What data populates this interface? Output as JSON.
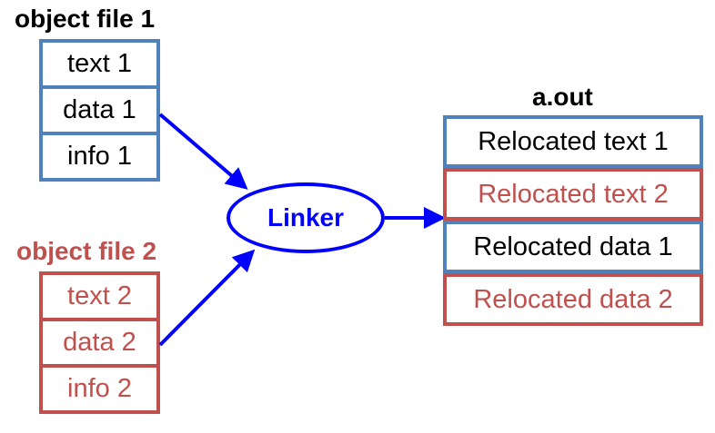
{
  "colors": {
    "blue_box": "#4f81bd",
    "red_box": "#c0504d",
    "arrow": "#0000ff"
  },
  "object_file_1": {
    "title": "object file 1",
    "sections": [
      "text 1",
      "data 1",
      "info 1"
    ]
  },
  "object_file_2": {
    "title": "object file 2",
    "sections": [
      "text 2",
      "data 2",
      "info 2"
    ]
  },
  "linker": {
    "label": "Linker"
  },
  "output": {
    "title": "a.out",
    "sections": [
      "Relocated text 1",
      "Relocated text 2",
      "Relocated data 1",
      "Relocated data 2"
    ]
  }
}
